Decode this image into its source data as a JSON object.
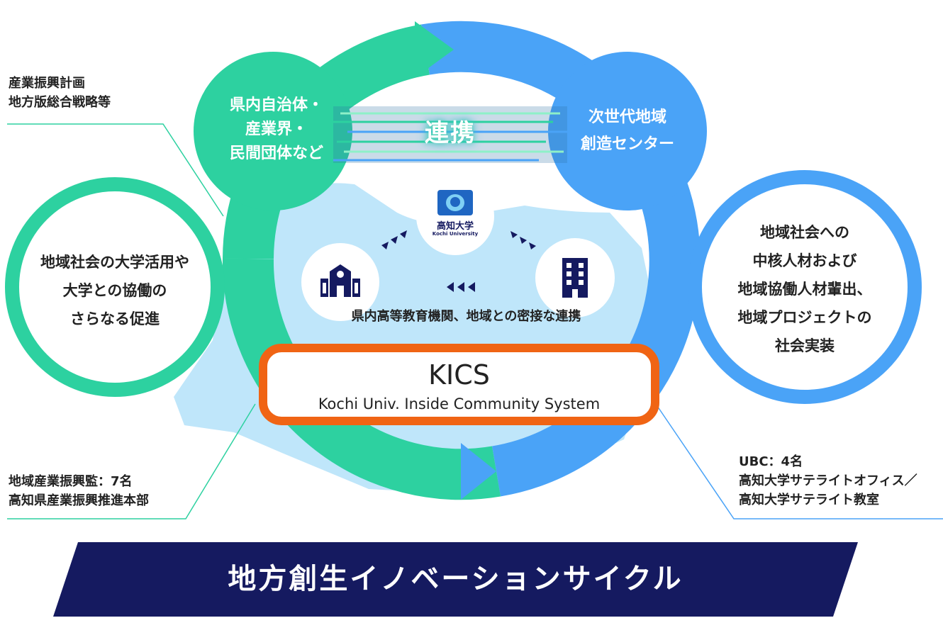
{
  "top_left_note": [
    "産業振興計画",
    "地方版総合戦略等"
  ],
  "bottom_left_note": [
    "地域産業振興監：7名",
    "高知県産業振興推進本部"
  ],
  "bottom_right_note": [
    "UBC：4名",
    "高知大学サテライトオフィス／",
    "高知大学サテライト教室"
  ],
  "left_bubble": [
    "県内自治体・",
    "産業界・",
    "民間団体など"
  ],
  "right_bubble": [
    "次世代地域",
    "創造センター"
  ],
  "renkei": "連携",
  "left_ring_text": [
    "地域社会の大学活用や",
    "大学との協働の",
    "さらなる促進"
  ],
  "right_ring_text": [
    "地域社会への",
    "中核人材および",
    "地域協働人材輩出、",
    "地域プロジェクトの",
    "社会実装"
  ],
  "university_logo": {
    "name_ja": "高知大学",
    "name_en": "Kochi University",
    "icon": "kochi-university-logo"
  },
  "school_icon": "school-building-icon",
  "office_icon": "office-building-icon",
  "collab_caption": "県内高等教育機関、地域との密接な連携",
  "kics": {
    "title": "KICS",
    "subtitle": "Kochi Univ. Inside Community System"
  },
  "banner": "地方創生イノベーションサイクル",
  "colors": {
    "green": "#2dd1a0",
    "blue": "#4aa3f7",
    "navy": "#151a60",
    "orange": "#f06414",
    "map": "#bfe6fa"
  }
}
